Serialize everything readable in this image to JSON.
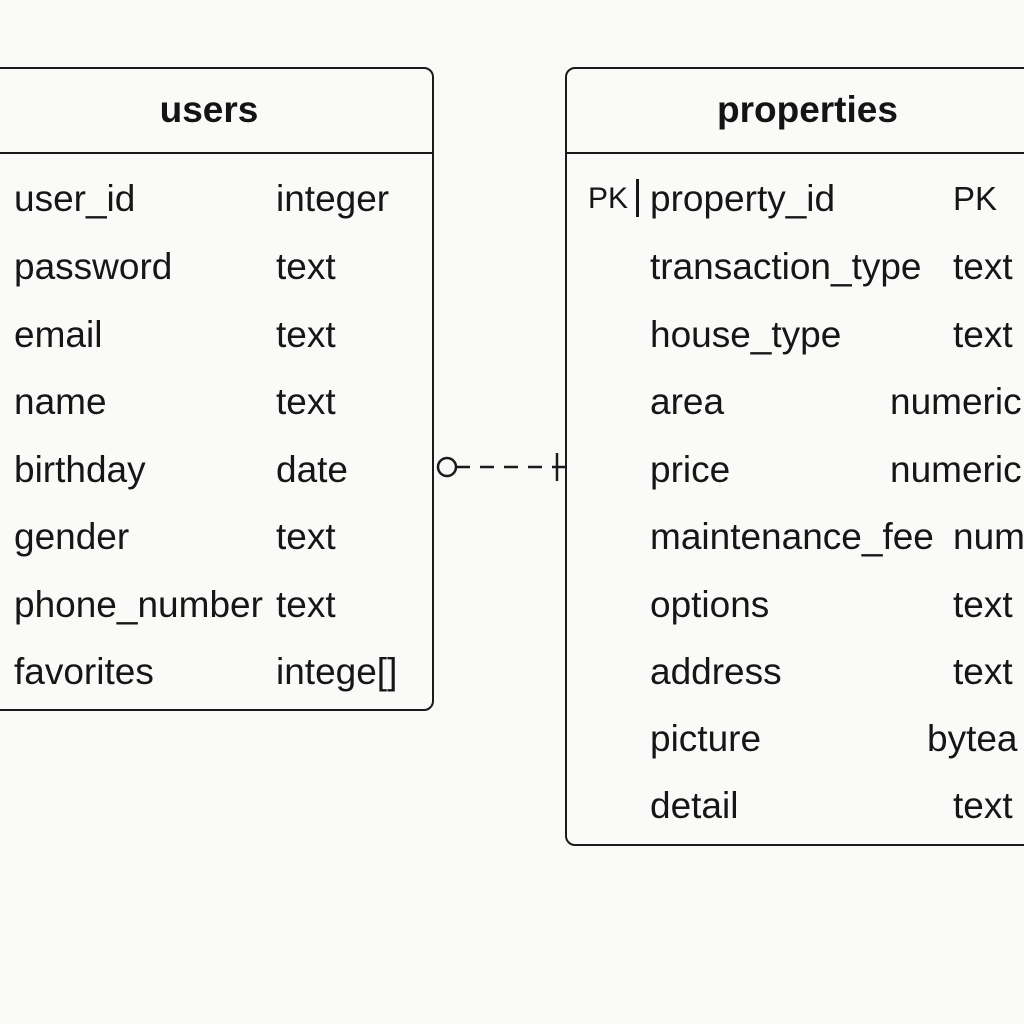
{
  "users": {
    "title": "users",
    "columns": [
      {
        "name": "user_id",
        "type": "integer"
      },
      {
        "name": "password",
        "type": "text"
      },
      {
        "name": "email",
        "type": "text"
      },
      {
        "name": "name",
        "type": "text"
      },
      {
        "name": "birthday",
        "type": "date"
      },
      {
        "name": "gender",
        "type": "text"
      },
      {
        "name": "phone_number",
        "type": "text"
      },
      {
        "name": "favorites",
        "type": "intege[]"
      }
    ]
  },
  "properties": {
    "title": "properties",
    "pk_marker": "PK",
    "columns": [
      {
        "name": "property_id",
        "type": "PK"
      },
      {
        "name": "transaction_type",
        "type": "text"
      },
      {
        "name": "house_type",
        "type": "text"
      },
      {
        "name": "area",
        "type": "numeric"
      },
      {
        "name": "price",
        "type": "numeric"
      },
      {
        "name": "maintenance_fee",
        "type": "numeric"
      },
      {
        "name": "options",
        "type": "text"
      },
      {
        "name": "address",
        "type": "text"
      },
      {
        "name": "picture",
        "type": "bytea"
      },
      {
        "name": "detail",
        "type": "text"
      }
    ]
  },
  "relationship": {
    "from_end": "zero-or-one",
    "to_end": "one",
    "line_style": "dashed"
  }
}
